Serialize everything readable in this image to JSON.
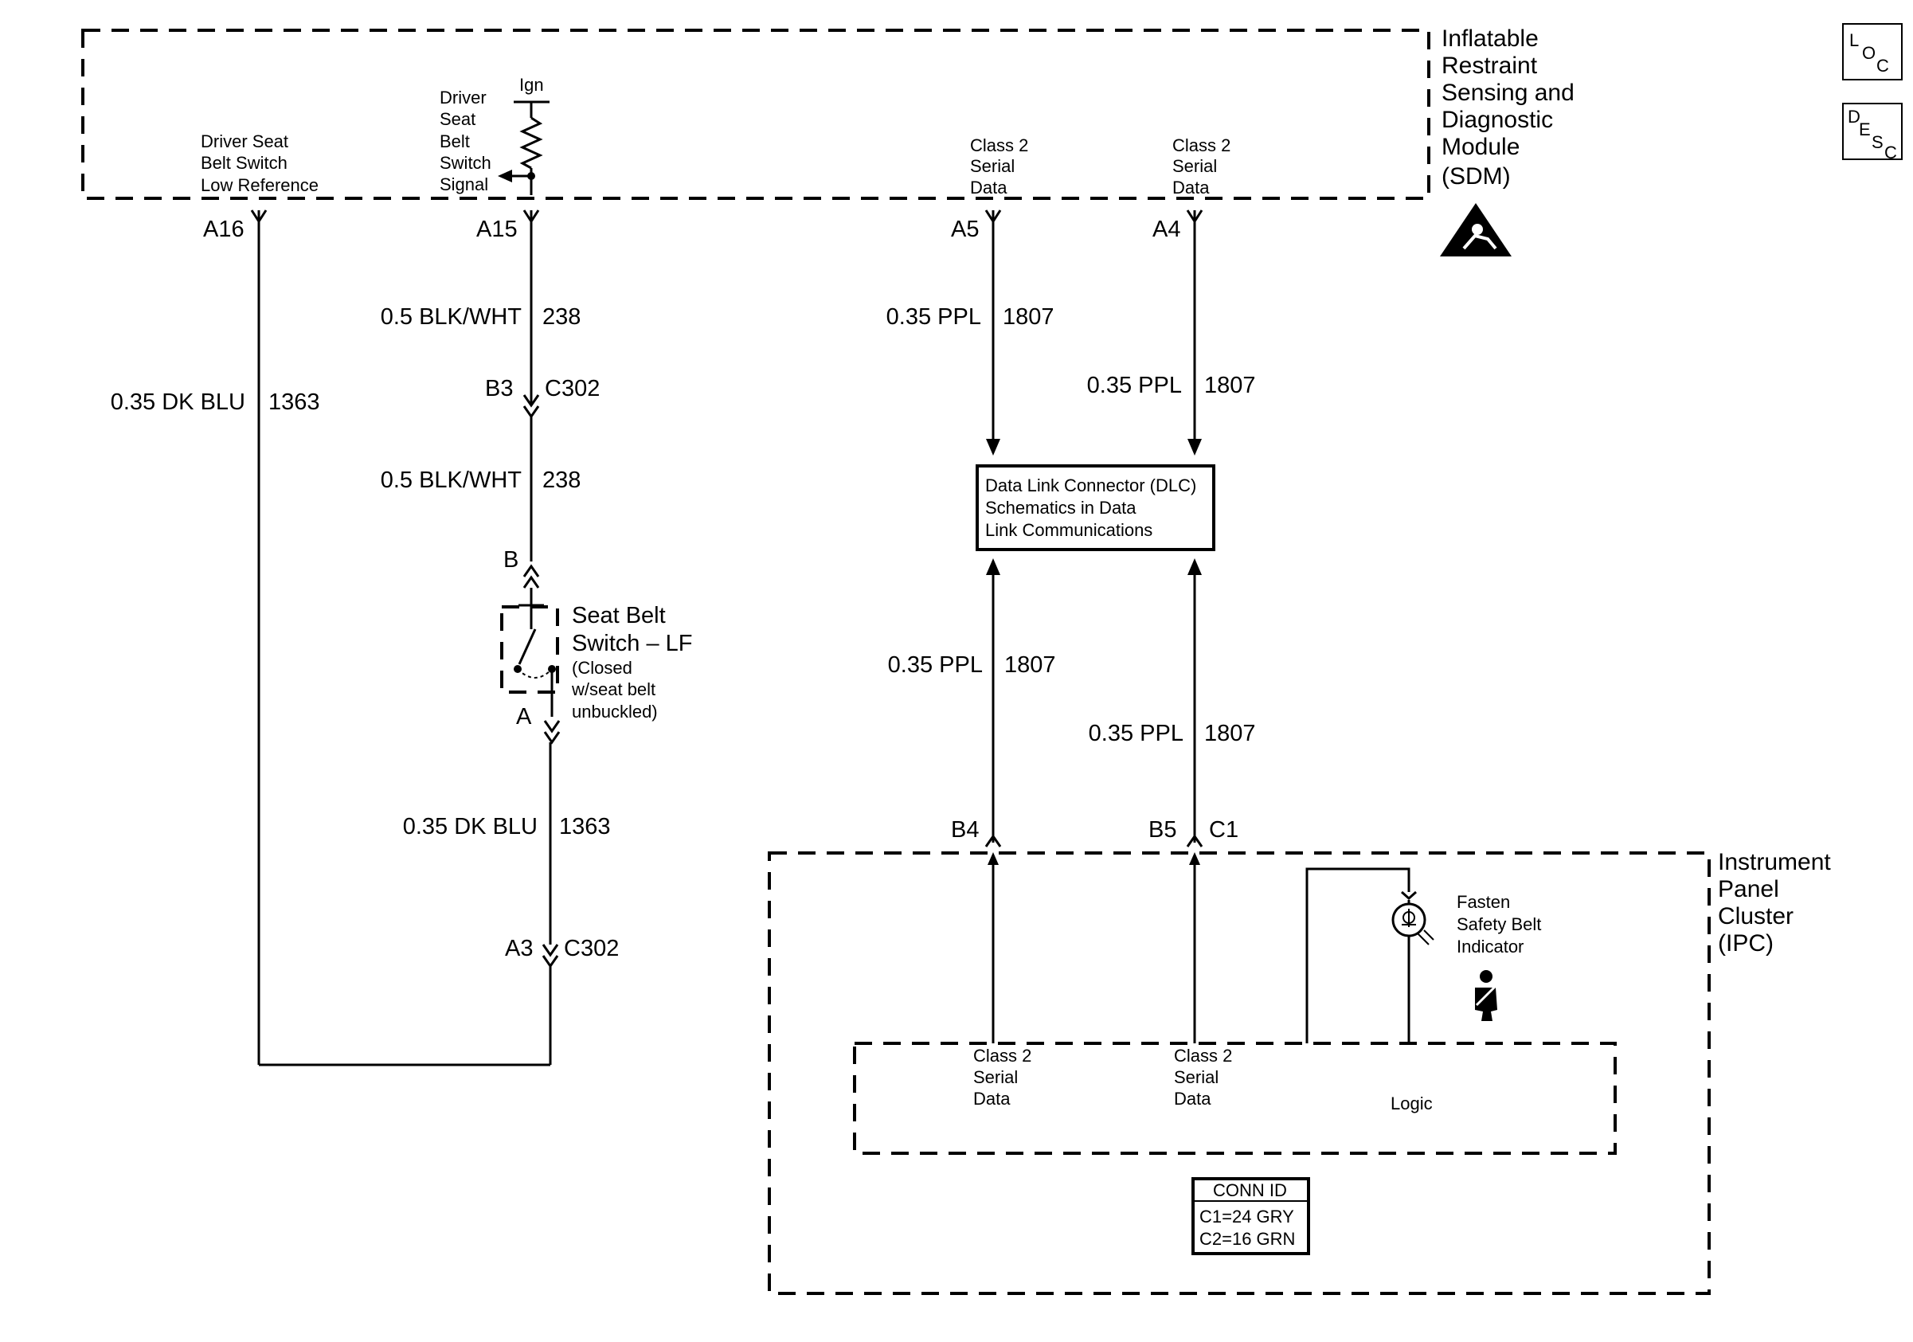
{
  "sdm": {
    "title": [
      "Inflatable",
      "Restraint",
      "Sensing and",
      "Diagnostic",
      "Module",
      "(SDM)"
    ],
    "low_ref": [
      "Driver Seat",
      "Belt Switch",
      "Low Reference"
    ],
    "signal": [
      "Driver",
      "Seat",
      "Belt",
      "Switch",
      "Signal"
    ],
    "ign": "Ign",
    "serial_a5": [
      "Class 2",
      "Serial",
      "Data"
    ],
    "serial_a4": [
      "Class 2",
      "Serial",
      "Data"
    ]
  },
  "side_icons": {
    "loc": [
      "L",
      "O",
      "C"
    ],
    "desc": [
      "D",
      "E",
      "S",
      "C"
    ]
  },
  "pins": {
    "a16": "A16",
    "a15": "A15",
    "a5": "A5",
    "a4": "A4",
    "b3": "B3",
    "b": "B",
    "a": "A",
    "a3": "A3",
    "b4": "B4",
    "b5": "B5",
    "c1": "C1",
    "c302_upper": "C302",
    "c302_lower": "C302"
  },
  "wires": {
    "w1363_left": {
      "gauge": "0.35 DK BLU",
      "circuit": "1363"
    },
    "w238_upper": {
      "gauge": "0.5 BLK/WHT",
      "circuit": "238"
    },
    "w238_lower": {
      "gauge": "0.5 BLK/WHT",
      "circuit": "238"
    },
    "w1363_lower": {
      "gauge": "0.35 DK BLU",
      "circuit": "1363"
    },
    "w1807_a5": {
      "gauge": "0.35 PPL",
      "circuit": "1807"
    },
    "w1807_a4": {
      "gauge": "0.35 PPL",
      "circuit": "1807"
    },
    "w1807_b4": {
      "gauge": "0.35 PPL",
      "circuit": "1807"
    },
    "w1807_b5": {
      "gauge": "0.35 PPL",
      "circuit": "1807"
    }
  },
  "switch": {
    "title": [
      "Seat Belt",
      "Switch – LF"
    ],
    "note": [
      "(Closed",
      "w/seat belt",
      "unbuckled)"
    ]
  },
  "dlc": {
    "lines": [
      "Data Link Connector (DLC)",
      "Schematics in Data",
      "Link Communications"
    ]
  },
  "ipc": {
    "title": [
      "Instrument",
      "Panel",
      "Cluster",
      "(IPC)"
    ],
    "indicator": [
      "Fasten",
      "Safety Belt",
      "Indicator"
    ],
    "serial_b4": [
      "Class 2",
      "Serial",
      "Data"
    ],
    "serial_b5": [
      "Class 2",
      "Serial",
      "Data"
    ],
    "logic": "Logic"
  },
  "conn_id": {
    "title": "CONN ID",
    "rows": [
      "C1=24 GRY",
      "C2=16 GRN"
    ]
  }
}
